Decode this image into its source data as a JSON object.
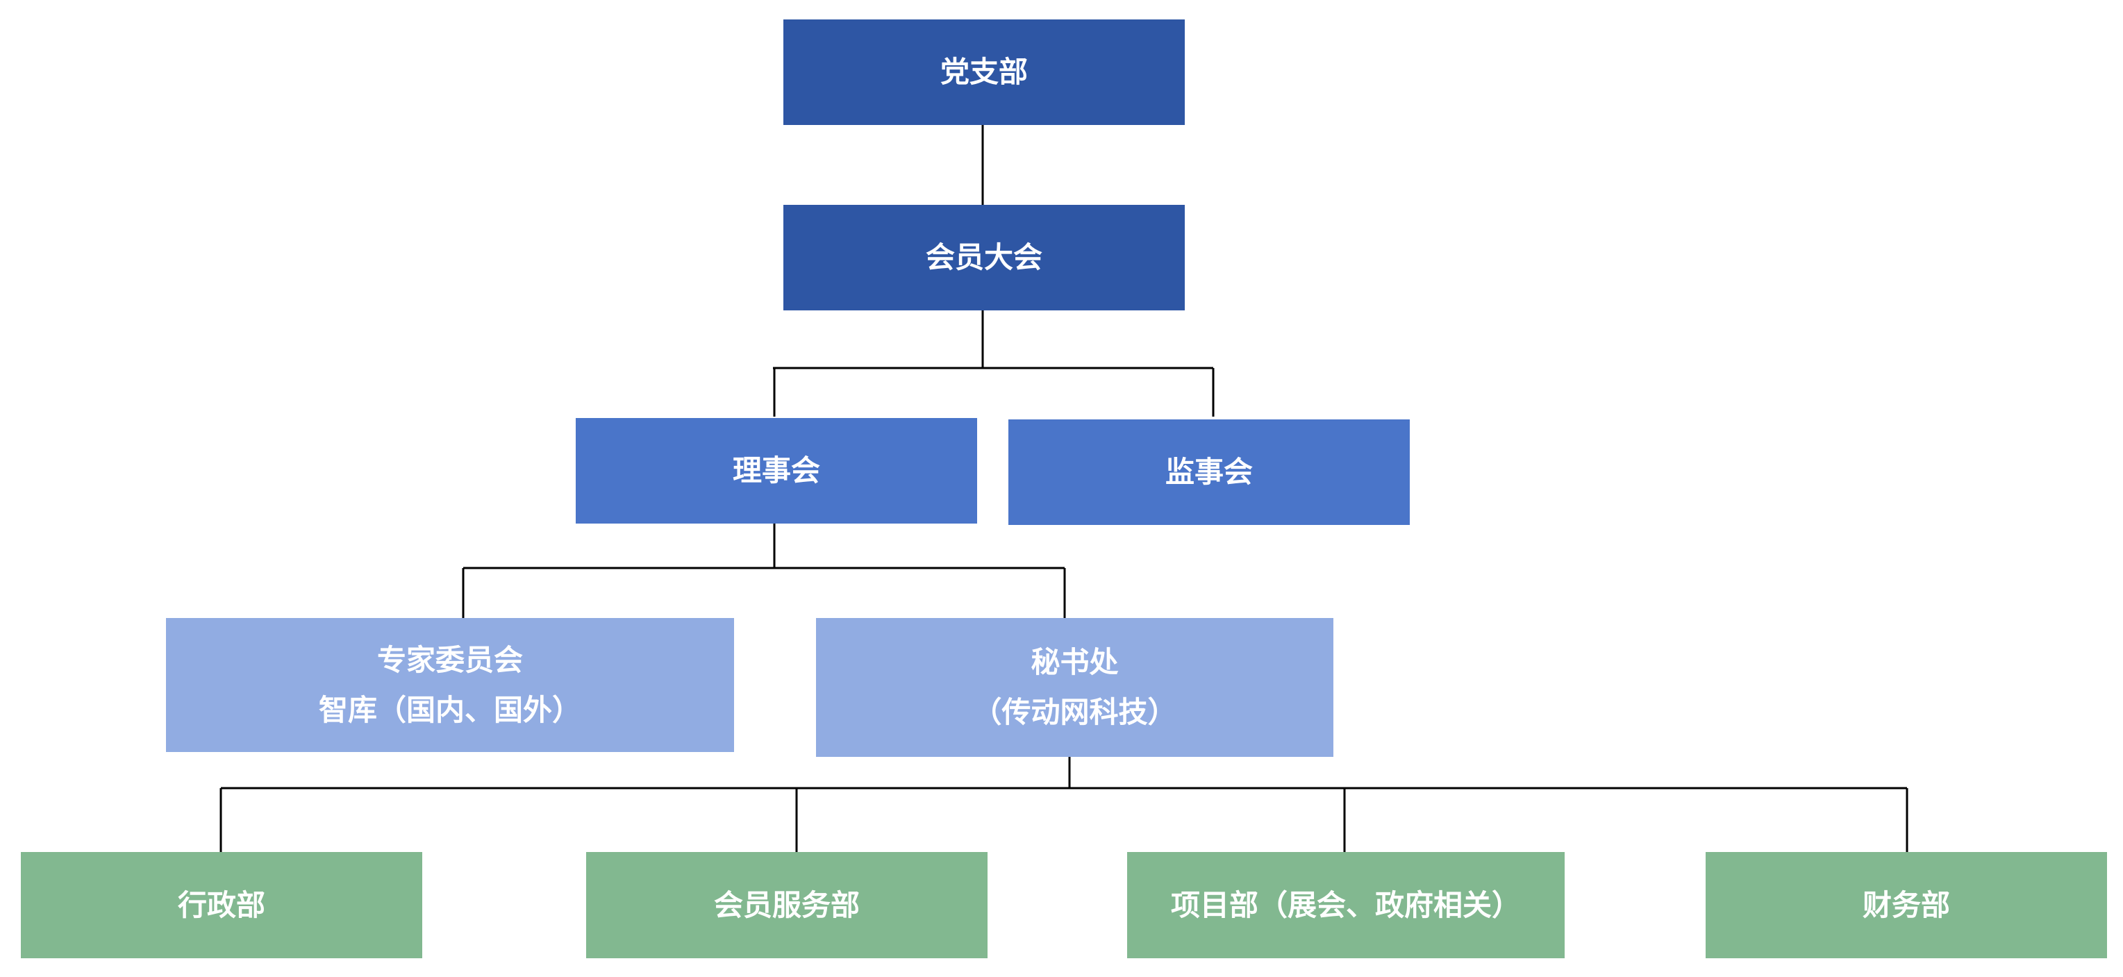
{
  "nodes": {
    "party_branch": "党支部",
    "general_assembly": "会员大会",
    "council": "理事会",
    "supervisory_board": "监事会",
    "expert_committee": {
      "line1": "专家委员会",
      "line2": "智库（国内、国外）"
    },
    "secretariat": {
      "line1": "秘书处",
      "line2": "（传动网科技）"
    },
    "admin_dept": "行政部",
    "member_services_dept": "会员服务部",
    "project_dept": "项目部（展会、政府相关）",
    "finance_dept": "财务部"
  },
  "colors": {
    "level1": "#2e56a4",
    "level2": "#4a75c9",
    "level3": "#91ace2",
    "level4": "#82b890",
    "connector": "#000000"
  }
}
